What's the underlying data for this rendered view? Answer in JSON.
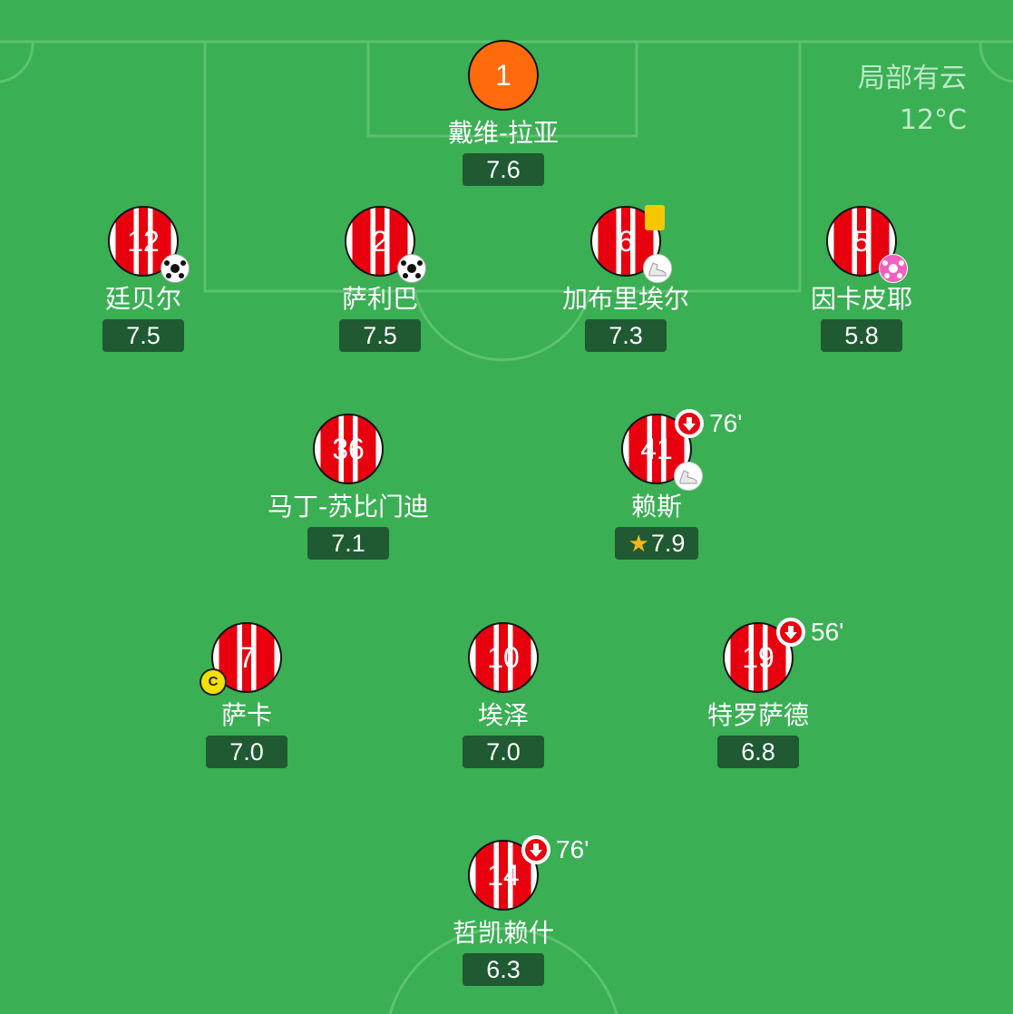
{
  "weather": {
    "condition": "局部有云",
    "temperature": "12°C"
  },
  "players": [
    {
      "number": "1",
      "name": "戴维-拉亚",
      "rating": "7.6",
      "goalkeeper": true
    },
    {
      "number": "12",
      "name": "廷贝尔",
      "rating": "7.5",
      "events": [
        "ball-icon"
      ]
    },
    {
      "number": "2",
      "name": "萨利巴",
      "rating": "7.5",
      "events": [
        "ball-icon"
      ]
    },
    {
      "number": "6",
      "name": "加布里埃尔",
      "rating": "7.3",
      "events": [
        "yellow-card-icon",
        "boot-icon"
      ]
    },
    {
      "number": "5",
      "name": "因卡皮耶",
      "rating": "5.8",
      "events": [
        "own-goal-ball-icon"
      ]
    },
    {
      "number": "36",
      "name": "马丁-苏比门迪",
      "rating": "7.1"
    },
    {
      "number": "41",
      "name": "赖斯",
      "rating": "7.9",
      "man_of_match": true,
      "sub_off_minute": "76'",
      "events": [
        "sub-off-icon",
        "boot-icon"
      ]
    },
    {
      "number": "7",
      "name": "萨卡",
      "rating": "7.0",
      "captain_label": "C",
      "events": [
        "captain-badge"
      ]
    },
    {
      "number": "10",
      "name": "埃泽",
      "rating": "7.0"
    },
    {
      "number": "19",
      "name": "特罗萨德",
      "rating": "6.8",
      "sub_off_minute": "56'",
      "events": [
        "sub-off-icon"
      ]
    },
    {
      "number": "14",
      "name": "哲凯赖什",
      "rating": "6.3",
      "sub_off_minute": "76'",
      "events": [
        "sub-off-icon"
      ]
    }
  ],
  "colors": {
    "pitch": "#3aaf54",
    "pitch_lines": "#5cc270",
    "shirt_red": "#e8000f",
    "shirt_white": "#ffffff",
    "goalkeeper_shirt": "#ff6a0d",
    "rating_bg": "#1f5a32",
    "yellow_card": "#f6c600",
    "star": "#f5b61b"
  }
}
